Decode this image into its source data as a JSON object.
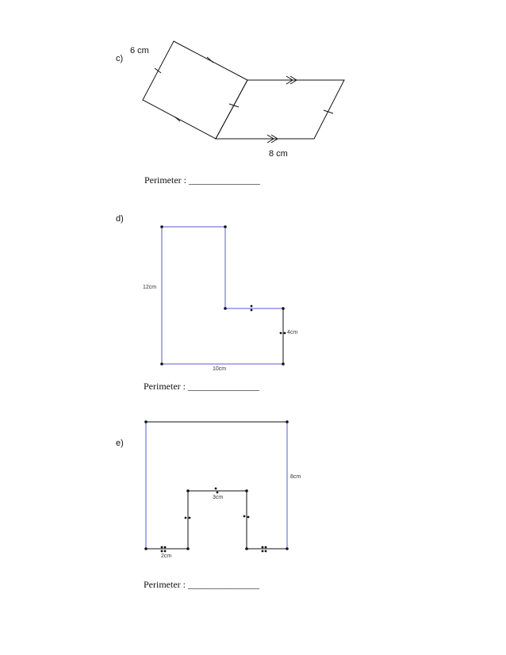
{
  "problems": [
    {
      "label": "c)",
      "dimensions": [
        "6 cm",
        "8 cm"
      ],
      "perimeter_text": "Perimeter : _______________"
    },
    {
      "label": "d)",
      "dimensions": [
        "12cm",
        "4cm",
        "10cm"
      ],
      "perimeter_text": "Perimeter : _______________"
    },
    {
      "label": "e)",
      "dimensions": [
        "8cm",
        "3cm",
        "2cm"
      ],
      "perimeter_text": "Perimeter : _______________"
    }
  ],
  "colors": {
    "line": "#111111",
    "outline_blue": "#5a5ad6",
    "vertex": "#111111"
  }
}
